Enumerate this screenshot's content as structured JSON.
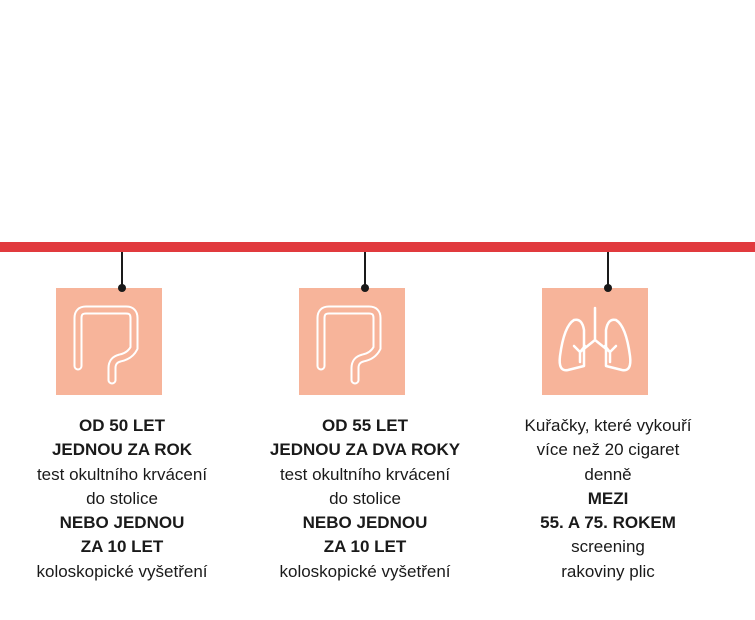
{
  "colors": {
    "timeline": "#e13a3e",
    "box": "#f7b49a"
  },
  "items": [
    {
      "icon": "colon-icon",
      "lines": [
        {
          "text": "OD 50 LET",
          "bold": true
        },
        {
          "text": "JEDNOU ZA ROK",
          "bold": true
        },
        {
          "text": "test okultního krvácení",
          "bold": false
        },
        {
          "text": "do stolice",
          "bold": false
        },
        {
          "text": "NEBO JEDNOU",
          "bold": true
        },
        {
          "text": "ZA 10 LET",
          "bold": true
        },
        {
          "text": "koloskopické vyšetření",
          "bold": false
        }
      ]
    },
    {
      "icon": "colon-icon",
      "lines": [
        {
          "text": "OD 55 LET",
          "bold": true
        },
        {
          "text": "JEDNOU ZA DVA ROKY",
          "bold": true
        },
        {
          "text": "test okultního krvácení",
          "bold": false
        },
        {
          "text": "do stolice",
          "bold": false
        },
        {
          "text": "NEBO JEDNOU",
          "bold": true
        },
        {
          "text": "ZA 10 LET",
          "bold": true
        },
        {
          "text": "koloskopické vyšetření",
          "bold": false
        }
      ]
    },
    {
      "icon": "lungs-icon",
      "lines": [
        {
          "text": "Kuřačky, které vykouří",
          "bold": false
        },
        {
          "text": "více než 20 cigaret",
          "bold": false
        },
        {
          "text": "denně",
          "bold": false
        },
        {
          "text": "MEZI",
          "bold": true
        },
        {
          "text": "55. A 75. ROKEM",
          "bold": true
        },
        {
          "text": "screening",
          "bold": false
        },
        {
          "text": "rakoviny plic",
          "bold": false
        }
      ]
    }
  ]
}
